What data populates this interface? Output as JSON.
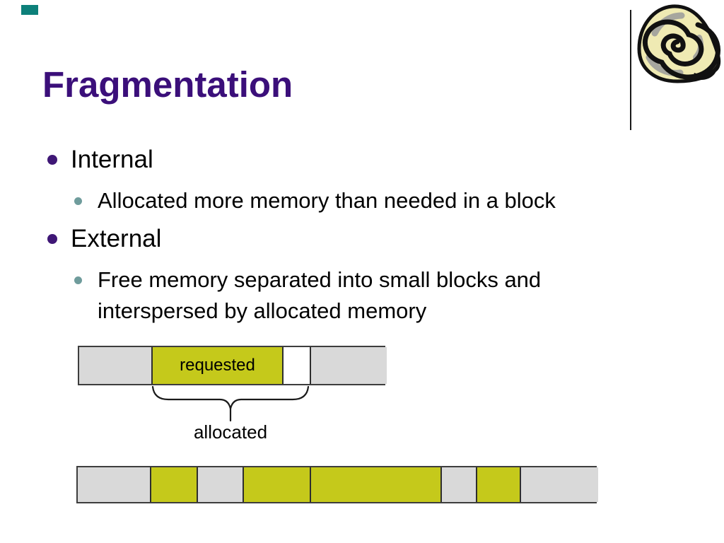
{
  "slide": {
    "title": "Fragmentation",
    "bullets": [
      {
        "level": 1,
        "text": "Internal"
      },
      {
        "level": 2,
        "text": "Allocated more memory than needed in a block"
      },
      {
        "level": 1,
        "text": "External"
      },
      {
        "level": 2,
        "text": "Free memory separated into small blocks and interspersed by allocated memory"
      }
    ],
    "memory_diagram_top": {
      "allocated_label": "allocated",
      "segments": [
        {
          "width": 104,
          "color": "gray",
          "label": ""
        },
        {
          "width": 185,
          "color": "yellow",
          "label": "requested"
        },
        {
          "width": 39,
          "color": "white",
          "label": ""
        },
        {
          "width": 107,
          "color": "gray",
          "label": ""
        }
      ]
    },
    "memory_diagram_bottom": {
      "segments": [
        {
          "width": 104,
          "color": "gray"
        },
        {
          "width": 66,
          "color": "yellow"
        },
        {
          "width": 65,
          "color": "gray"
        },
        {
          "width": 95,
          "color": "yellow"
        },
        {
          "width": 185,
          "color": "yellow"
        },
        {
          "width": 50,
          "color": "gray"
        },
        {
          "width": 62,
          "color": "yellow"
        },
        {
          "width": 109,
          "color": "gray"
        }
      ]
    },
    "colors": {
      "title_purple": "#3b0f7a",
      "bullet_purple": "#3f1776",
      "bullet_teal": "#6f9c9c",
      "block_yellow": "#c5c91b",
      "block_gray": "#d9d9d9",
      "corner_teal": "#0d807a"
    },
    "icons": {
      "corner": "corner-accent-mark",
      "snail": "snail-shell-image",
      "line": "vertical-divider-line"
    }
  }
}
